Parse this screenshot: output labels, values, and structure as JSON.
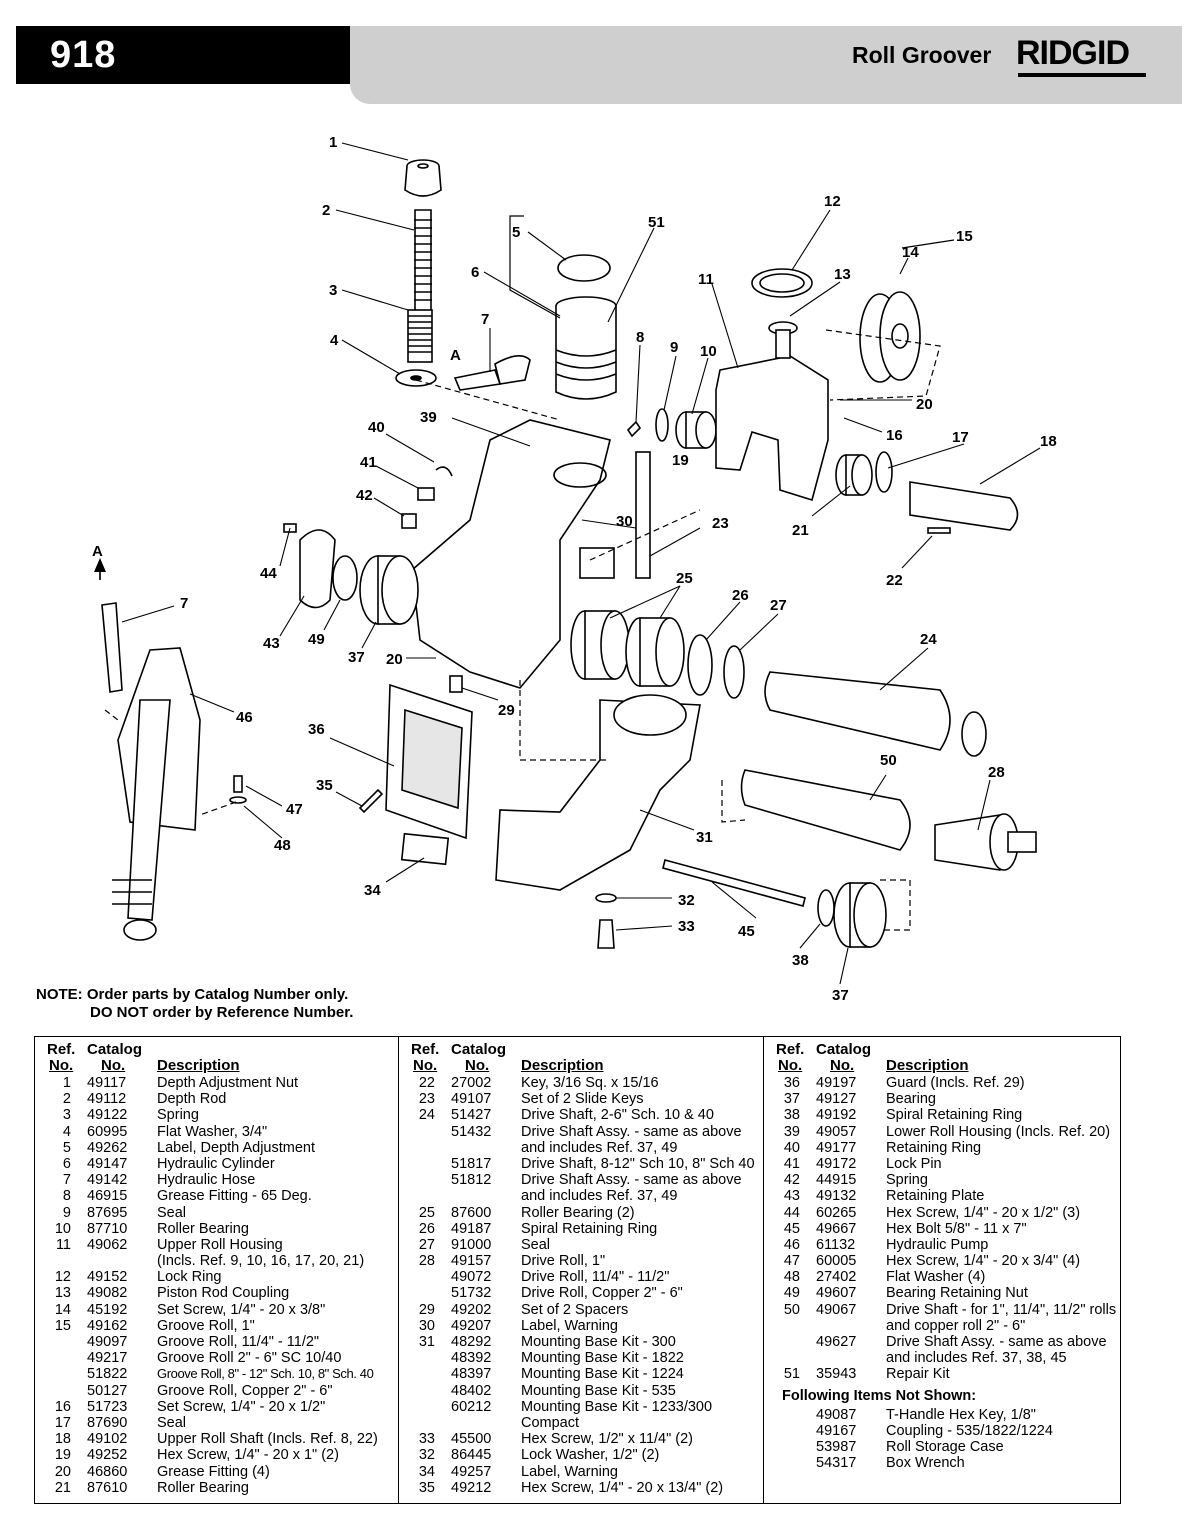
{
  "header": {
    "model": "918",
    "product": "Roll Groover",
    "brand": "RIDGID"
  },
  "diagram": {
    "labels": [
      "1",
      "2",
      "3",
      "4",
      "5",
      "6",
      "7",
      "8",
      "9",
      "10",
      "11",
      "12",
      "13",
      "14",
      "15",
      "16",
      "17",
      "18",
      "19",
      "20",
      "21",
      "22",
      "23",
      "24",
      "25",
      "26",
      "27",
      "28",
      "29",
      "30",
      "31",
      "32",
      "33",
      "34",
      "35",
      "36",
      "37",
      "38",
      "39",
      "40",
      "41",
      "42",
      "43",
      "44",
      "45",
      "46",
      "47",
      "48",
      "49",
      "50",
      "51",
      "A"
    ]
  },
  "note": {
    "line1": "NOTE: Order parts by Catalog Number only.",
    "line2": "DO NOT order by Reference Number."
  },
  "table": {
    "headers": {
      "ref_top": "Ref.",
      "ref_bottom": "No.",
      "catalog_top": "Catalog",
      "catalog_bottom": "No.",
      "description": "Description"
    },
    "columns": [
      [
        {
          "ref": "1",
          "cat": "49117",
          "desc": "Depth Adjustment Nut"
        },
        {
          "ref": "2",
          "cat": "49112",
          "desc": "Depth Rod"
        },
        {
          "ref": "3",
          "cat": "49122",
          "desc": "Spring"
        },
        {
          "ref": "4",
          "cat": "60995",
          "desc": "Flat Washer, 3/4\""
        },
        {
          "ref": "5",
          "cat": "49262",
          "desc": "Label, Depth Adjustment"
        },
        {
          "ref": "6",
          "cat": "49147",
          "desc": "Hydraulic Cylinder"
        },
        {
          "ref": "7",
          "cat": "49142",
          "desc": "Hydraulic Hose"
        },
        {
          "ref": "8",
          "cat": "46915",
          "desc": "Grease Fitting - 65 Deg."
        },
        {
          "ref": "9",
          "cat": "87695",
          "desc": "Seal"
        },
        {
          "ref": "10",
          "cat": "87710",
          "desc": "Roller Bearing"
        },
        {
          "ref": "11",
          "cat": "49062",
          "desc": "Upper Roll Housing"
        },
        {
          "ref": "",
          "cat": "",
          "desc": "(Incls. Ref. 9, 10, 16, 17, 20, 21)"
        },
        {
          "ref": "12",
          "cat": "49152",
          "desc": "Lock Ring"
        },
        {
          "ref": "13",
          "cat": "49082",
          "desc": "Piston Rod Coupling"
        },
        {
          "ref": "14",
          "cat": "45192",
          "desc": "Set Screw, 1/4\" - 20 x 3/8\""
        },
        {
          "ref": "15",
          "cat": "49162",
          "desc": "Groove Roll, 1\""
        },
        {
          "ref": "",
          "cat": "49097",
          "desc": "Groove Roll, 11/4\" - 11/2\""
        },
        {
          "ref": "",
          "cat": "49217",
          "desc": "Groove Roll 2\" - 6\" SC 10/40"
        },
        {
          "ref": "",
          "cat": "51822",
          "desc": "Groove Roll, 8\" - 12\" Sch. 10, 8\" Sch. 40",
          "small": true
        },
        {
          "ref": "",
          "cat": "50127",
          "desc": "Groove Roll, Copper 2\" - 6\""
        },
        {
          "ref": "16",
          "cat": "51723",
          "desc": "Set Screw, 1/4\" - 20 x 1/2\""
        },
        {
          "ref": "17",
          "cat": "87690",
          "desc": "Seal"
        },
        {
          "ref": "18",
          "cat": "49102",
          "desc": "Upper Roll Shaft (Incls. Ref. 8, 22)"
        },
        {
          "ref": "19",
          "cat": "49252",
          "desc": "Hex Screw, 1/4\" - 20 x 1\" (2)"
        },
        {
          "ref": "20",
          "cat": "46860",
          "desc": "Grease Fitting (4)"
        },
        {
          "ref": "21",
          "cat": "87610",
          "desc": "Roller Bearing"
        }
      ],
      [
        {
          "ref": "22",
          "cat": "27002",
          "desc": "Key, 3/16 Sq. x 15/16"
        },
        {
          "ref": "23",
          "cat": "49107",
          "desc": "Set of 2 Slide Keys"
        },
        {
          "ref": "24",
          "cat": "51427",
          "desc": "Drive Shaft, 2-6\" Sch. 10 & 40"
        },
        {
          "ref": "",
          "cat": "51432",
          "desc": "Drive Shaft Assy. - same as above"
        },
        {
          "ref": "",
          "cat": "",
          "desc": "and includes Ref. 37, 49"
        },
        {
          "ref": "",
          "cat": "51817",
          "desc": "Drive Shaft, 8-12\" Sch 10, 8\" Sch 40"
        },
        {
          "ref": "",
          "cat": "51812",
          "desc": "Drive Shaft Assy. - same as above"
        },
        {
          "ref": "",
          "cat": "",
          "desc": "and includes Ref. 37, 49"
        },
        {
          "ref": "25",
          "cat": "87600",
          "desc": "Roller Bearing (2)"
        },
        {
          "ref": "26",
          "cat": "49187",
          "desc": "Spiral Retaining Ring"
        },
        {
          "ref": "27",
          "cat": "91000",
          "desc": "Seal"
        },
        {
          "ref": "28",
          "cat": "49157",
          "desc": "Drive Roll, 1\""
        },
        {
          "ref": "",
          "cat": "49072",
          "desc": "Drive Roll, 11/4\" - 11/2\""
        },
        {
          "ref": "",
          "cat": "51732",
          "desc": "Drive Roll, Copper 2\" - 6\""
        },
        {
          "ref": "29",
          "cat": "49202",
          "desc": "Set of 2 Spacers"
        },
        {
          "ref": "30",
          "cat": "49207",
          "desc": "Label, Warning"
        },
        {
          "ref": "31",
          "cat": "48292",
          "desc": "Mounting Base Kit - 300"
        },
        {
          "ref": "",
          "cat": "48392",
          "desc": "Mounting Base Kit - 1822"
        },
        {
          "ref": "",
          "cat": "48397",
          "desc": "Mounting Base Kit - 1224"
        },
        {
          "ref": "",
          "cat": "48402",
          "desc": "Mounting Base Kit - 535"
        },
        {
          "ref": "",
          "cat": "60212",
          "desc": "Mounting Base Kit - 1233/300"
        },
        {
          "ref": "",
          "cat": "",
          "desc": "Compact"
        },
        {
          "ref": "33",
          "cat": "45500",
          "desc": "Hex Screw, 1/2\" x 11/4\" (2)"
        },
        {
          "ref": "32",
          "cat": "86445",
          "desc": "Lock Washer, 1/2\" (2)"
        },
        {
          "ref": "34",
          "cat": "49257",
          "desc": "Label, Warning"
        },
        {
          "ref": "35",
          "cat": "49212",
          "desc": "Hex Screw, 1/4\" - 20 x 13/4\" (2)"
        }
      ],
      [
        {
          "ref": "36",
          "cat": "49197",
          "desc": "Guard (Incls. Ref. 29)"
        },
        {
          "ref": "37",
          "cat": "49127",
          "desc": "Bearing"
        },
        {
          "ref": "38",
          "cat": "49192",
          "desc": "Spiral Retaining Ring"
        },
        {
          "ref": "39",
          "cat": "49057",
          "desc": "Lower Roll Housing (Incls. Ref. 20)"
        },
        {
          "ref": "40",
          "cat": "49177",
          "desc": "Retaining Ring"
        },
        {
          "ref": "41",
          "cat": "49172",
          "desc": "Lock Pin"
        },
        {
          "ref": "42",
          "cat": "44915",
          "desc": "Spring"
        },
        {
          "ref": "43",
          "cat": "49132",
          "desc": "Retaining Plate"
        },
        {
          "ref": "44",
          "cat": "60265",
          "desc": "Hex Screw, 1/4\" - 20 x 1/2\" (3)"
        },
        {
          "ref": "45",
          "cat": "49667",
          "desc": "Hex Bolt 5/8\" - 11 x 7\""
        },
        {
          "ref": "46",
          "cat": "61132",
          "desc": "Hydraulic Pump"
        },
        {
          "ref": "47",
          "cat": "60005",
          "desc": "Hex Screw, 1/4\" - 20 x 3/4\" (4)"
        },
        {
          "ref": "48",
          "cat": "27402",
          "desc": "Flat Washer (4)"
        },
        {
          "ref": "49",
          "cat": "49607",
          "desc": "Bearing Retaining Nut"
        },
        {
          "ref": "50",
          "cat": "49067",
          "desc": "Drive Shaft - for 1\", 11/4\", 11/2\" rolls"
        },
        {
          "ref": "",
          "cat": "",
          "desc": "and copper roll 2\" - 6\""
        },
        {
          "ref": "",
          "cat": "49627",
          "desc": "Drive Shaft Assy. - same as above"
        },
        {
          "ref": "",
          "cat": "",
          "desc": "and includes Ref. 37, 38, 45"
        },
        {
          "ref": "51",
          "cat": "35943",
          "desc": "Repair Kit"
        }
      ]
    ],
    "not_shown": {
      "title": "Following Items Not Shown:",
      "items": [
        {
          "ref": "",
          "cat": "49087",
          "desc": "T-Handle Hex Key, 1/8\""
        },
        {
          "ref": "",
          "cat": "49167",
          "desc": "Coupling - 535/1822/1224"
        },
        {
          "ref": "",
          "cat": "53987",
          "desc": "Roll Storage Case"
        },
        {
          "ref": "",
          "cat": "54317",
          "desc": "Box Wrench"
        }
      ]
    }
  }
}
